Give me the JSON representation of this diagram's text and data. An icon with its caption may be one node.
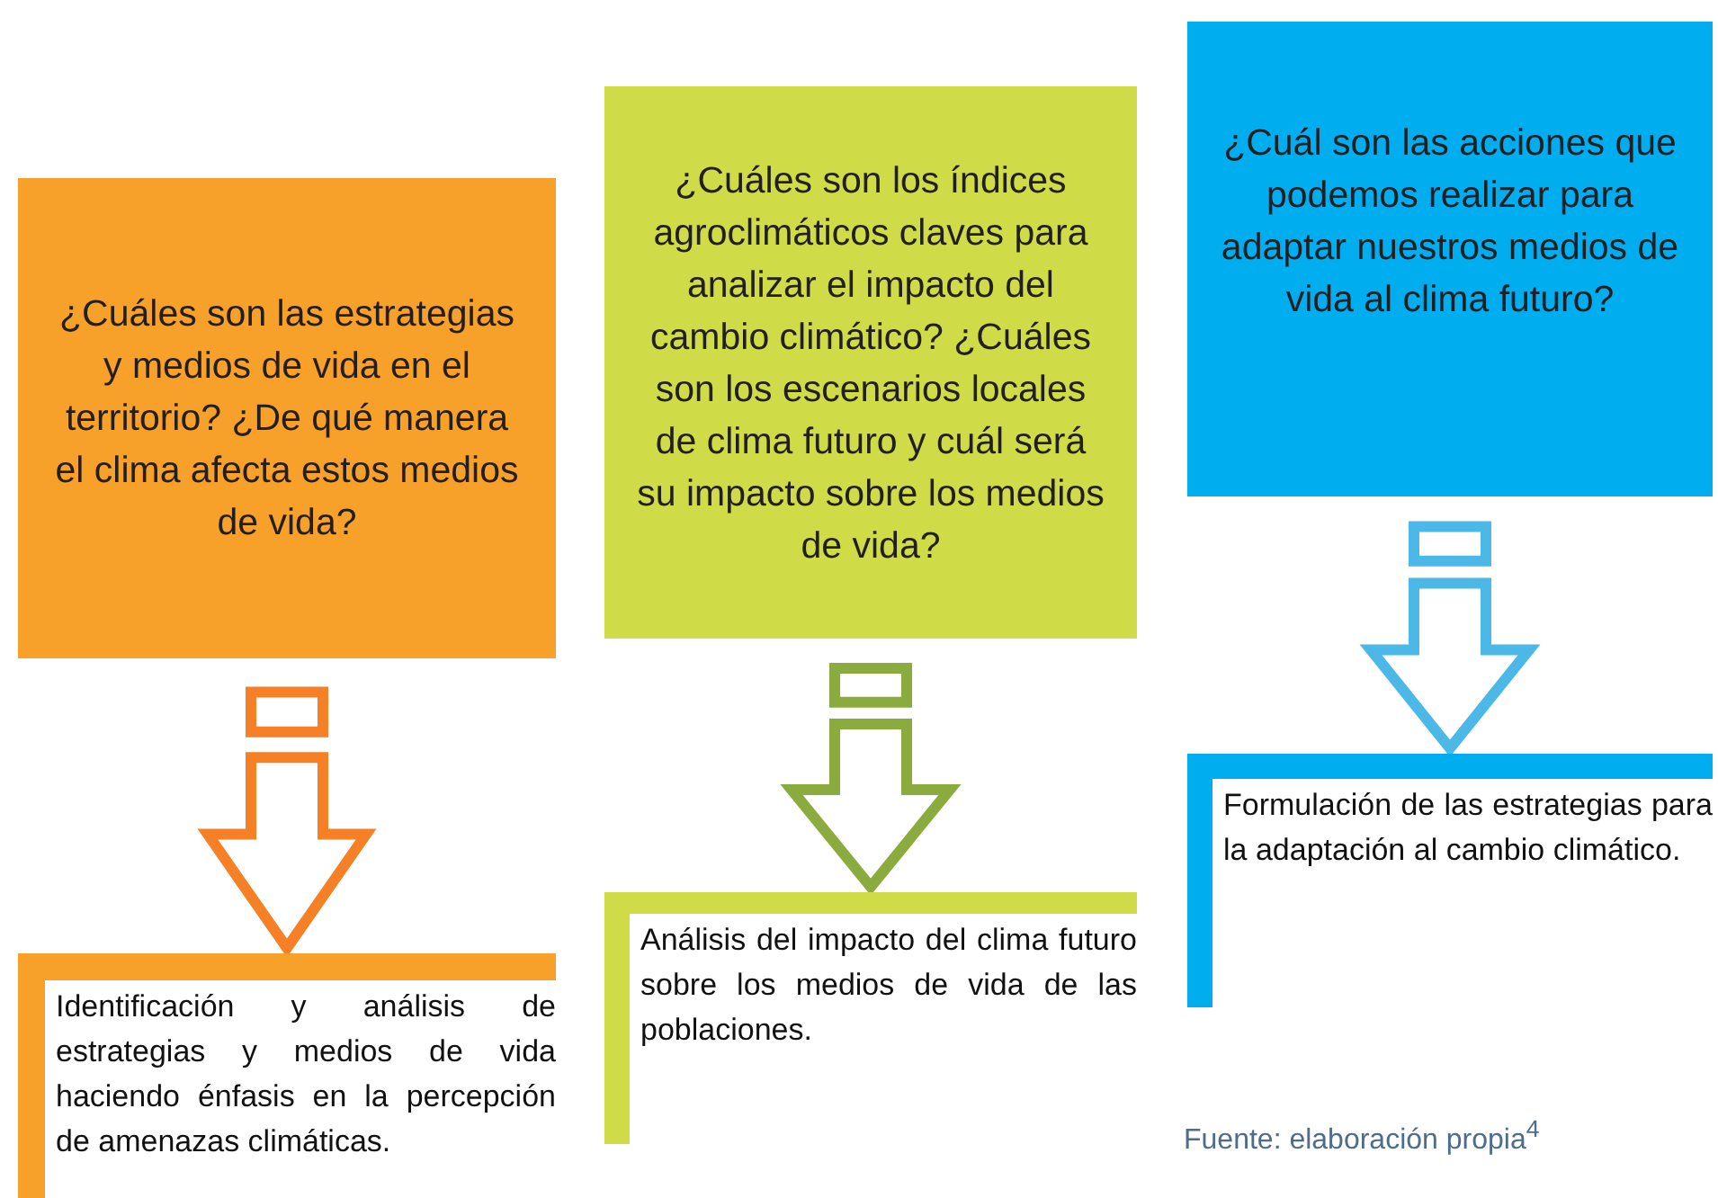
{
  "diagram": {
    "caption": "Fuente: elaboración propia$^{4}$",
    "nodes": [
      {
        "text": [
          "¿Cuáles son las estrategias y medios de vida en el territorio? ¿De qué manera el clima afecta estos medios de vida?"
        ]
      },
      {
        "text": [
          "¿Cuáles son los índices agroclimáticos claves para analizar el impacto del cambio climático? ¿Cuáles son los escenarios locales de clima futuro y cuál será su impacto sobre los medios de vida?"
        ]
      },
      {
        "text": [
          "¿Cuál son las acciones que podemos realizar para adaptar nuestros medios de vida al clima futuro?"
        ]
      },
      {
        "text": [
          "Identificación y análisis de estrategias y medios de vida haciendo énfasis en la percepción de amenazas climáticas."
        ]
      },
      {
        "text": [
          "Análisis del impacto del clima futuro sobre los medios de vida de las poblaciones."
        ]
      },
      {
        "text": [
          "Formulación de las estrategias para la adaptación al cambio climático."
        ]
      }
    ],
    "edges": [
      {
        "from": 0,
        "to": 3,
        "arrow": "to"
      },
      {
        "from": 1,
        "to": 4,
        "arrow": "to",
        "color": "#8aac3e"
      },
      {
        "from": 2,
        "to": 5,
        "arrow": "to",
        "color": "#4cb8e8"
      }
    ]
  }
}
